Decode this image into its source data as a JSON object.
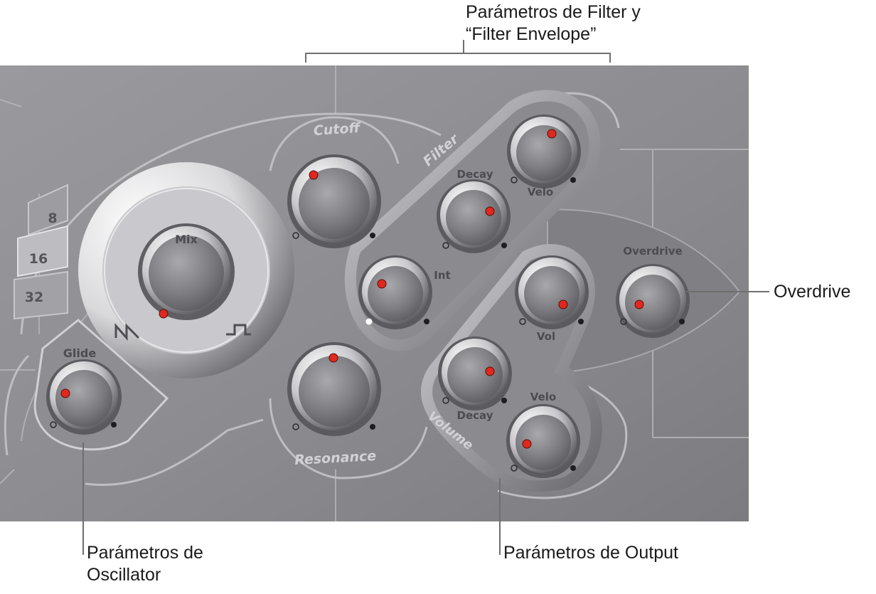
{
  "callouts": {
    "filter_line1": "Parámetros de Filter y",
    "filter_line2": "“Filter Envelope”",
    "overdrive": "Overdrive",
    "oscillator_line1": "Parámetros de",
    "oscillator_line2": "Oscillator",
    "output": "Parámetros de Output"
  },
  "panel": {
    "section_filter": "Filter",
    "section_volume": "Volume",
    "octave_buttons": [
      "8",
      "16",
      "32"
    ],
    "selected_octave": "16",
    "knobs": {
      "mix": "Mix",
      "glide": "Glide",
      "cutoff": "Cutoff",
      "resonance": "Resonance",
      "filter_decay": "Decay",
      "filter_velo": "Velo",
      "filter_int": "Int",
      "overdrive": "Overdrive",
      "volume_vol": "Vol",
      "volume_decay": "Decay",
      "volume_velo": "Velo"
    }
  },
  "colors": {
    "panel": "#8e8e92",
    "indicator": "#e0281e",
    "callout_line": "#6f6f6f"
  }
}
